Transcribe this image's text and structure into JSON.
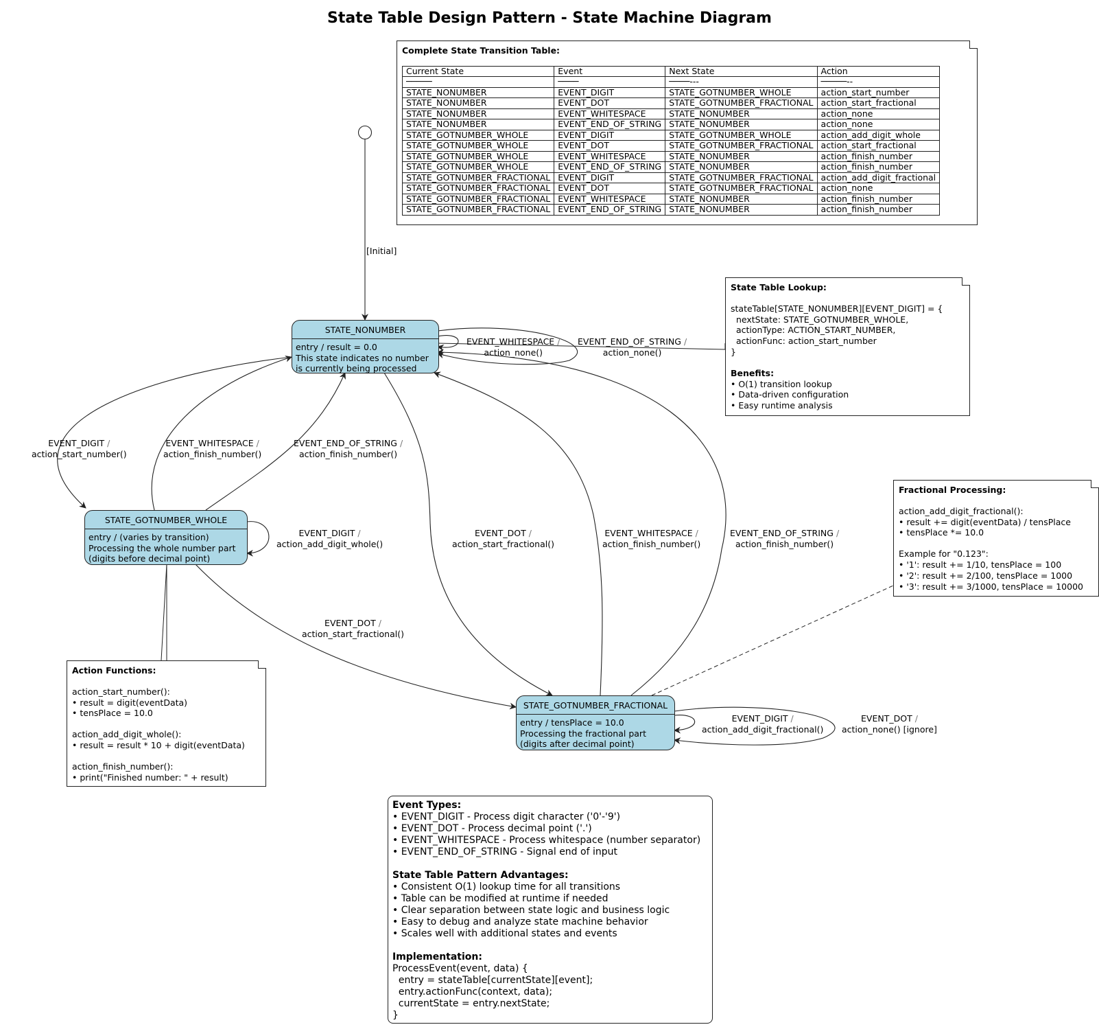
{
  "title": "State Table Design Pattern - State Machine Diagram",
  "initial_label": "[Initial]",
  "states": {
    "nonumber": {
      "name": "STATE_NONUMBER",
      "lines": [
        "entry / result = 0.0",
        "This state indicates no number",
        "is currently being processed"
      ]
    },
    "whole": {
      "name": "STATE_GOTNUMBER_WHOLE",
      "lines": [
        "entry / (varies by transition)",
        "Processing the whole number part",
        "(digits before decimal point)"
      ]
    },
    "fractional": {
      "name": "STATE_GOTNUMBER_FRACTIONAL",
      "lines": [
        "entry / tensPlace = 10.0",
        "Processing the fractional part",
        "(digits after decimal point)"
      ]
    }
  },
  "transitions": {
    "n_self_ws": {
      "event": "EVENT_WHITESPACE",
      "action": "action_none()"
    },
    "n_self_eos": {
      "event": "EVENT_END_OF_STRING",
      "action": "action_none()"
    },
    "n_to_w_digit": {
      "event": "EVENT_DIGIT",
      "action": "action_start_number()"
    },
    "w_to_n_ws": {
      "event": "EVENT_WHITESPACE",
      "action": "action_finish_number()"
    },
    "w_to_n_eos": {
      "event": "EVENT_END_OF_STRING",
      "action": "action_finish_number()"
    },
    "w_self_digit": {
      "event": "EVENT_DIGIT",
      "action": "action_add_digit_whole()"
    },
    "n_to_f_dot": {
      "event": "EVENT_DOT",
      "action": "action_start_fractional()"
    },
    "f_to_n_ws": {
      "event": "EVENT_WHITESPACE",
      "action": "action_finish_number()"
    },
    "f_to_n_eos": {
      "event": "EVENT_END_OF_STRING",
      "action": "action_finish_number()"
    },
    "w_to_f_dot": {
      "event": "EVENT_DOT",
      "action": "action_start_fractional()"
    },
    "f_self_digit": {
      "event": "EVENT_DIGIT",
      "action": "action_add_digit_fractional()"
    },
    "f_self_dot": {
      "event": "EVENT_DOT",
      "action": "action_none() [ignore]"
    }
  },
  "transition_table": {
    "heading": "Complete State Transition Table:",
    "columns": [
      "Current State",
      "Event",
      "Next State",
      "Action"
    ],
    "separator": [
      "─────",
      "────",
      "────---",
      "─────--"
    ],
    "rows": [
      [
        "STATE_NONUMBER",
        "EVENT_DIGIT",
        "STATE_GOTNUMBER_WHOLE",
        "action_start_number"
      ],
      [
        "STATE_NONUMBER",
        "EVENT_DOT",
        "STATE_GOTNUMBER_FRACTIONAL",
        "action_start_fractional"
      ],
      [
        "STATE_NONUMBER",
        "EVENT_WHITESPACE",
        "STATE_NONUMBER",
        "action_none"
      ],
      [
        "STATE_NONUMBER",
        "EVENT_END_OF_STRING",
        "STATE_NONUMBER",
        "action_none"
      ],
      [
        "STATE_GOTNUMBER_WHOLE",
        "EVENT_DIGIT",
        "STATE_GOTNUMBER_WHOLE",
        "action_add_digit_whole"
      ],
      [
        "STATE_GOTNUMBER_WHOLE",
        "EVENT_DOT",
        "STATE_GOTNUMBER_FRACTIONAL",
        "action_start_fractional"
      ],
      [
        "STATE_GOTNUMBER_WHOLE",
        "EVENT_WHITESPACE",
        "STATE_NONUMBER",
        "action_finish_number"
      ],
      [
        "STATE_GOTNUMBER_WHOLE",
        "EVENT_END_OF_STRING",
        "STATE_NONUMBER",
        "action_finish_number"
      ],
      [
        "STATE_GOTNUMBER_FRACTIONAL",
        "EVENT_DIGIT",
        "STATE_GOTNUMBER_FRACTIONAL",
        "action_add_digit_fractional"
      ],
      [
        "STATE_GOTNUMBER_FRACTIONAL",
        "EVENT_DOT",
        "STATE_GOTNUMBER_FRACTIONAL",
        "action_none"
      ],
      [
        "STATE_GOTNUMBER_FRACTIONAL",
        "EVENT_WHITESPACE",
        "STATE_NONUMBER",
        "action_finish_number"
      ],
      [
        "STATE_GOTNUMBER_FRACTIONAL",
        "EVENT_END_OF_STRING",
        "STATE_NONUMBER",
        "action_finish_number"
      ]
    ]
  },
  "notes": {
    "lookup": {
      "heading": "State Table Lookup:",
      "code": [
        "stateTable[STATE_NONUMBER][EVENT_DIGIT] = {",
        "  nextState: STATE_GOTNUMBER_WHOLE,",
        "  actionType: ACTION_START_NUMBER,",
        "  actionFunc: action_start_number",
        "}"
      ],
      "benefits_heading": "Benefits:",
      "benefits": [
        "• O(1) transition lookup",
        "• Data-driven configuration",
        "• Easy runtime analysis"
      ]
    },
    "fractional": {
      "heading": "Fractional Processing:",
      "lines": [
        "action_add_digit_fractional():",
        "• result += digit(eventData) / tensPlace",
        "• tensPlace *= 10.0"
      ],
      "example_heading": "Example for \"0.123\":",
      "example": [
        "• '1': result += 1/10, tensPlace = 100",
        "• '2': result += 2/100, tensPlace = 1000",
        "• '3': result += 3/1000, tensPlace = 10000"
      ]
    },
    "actions": {
      "heading": "Action Functions:",
      "groups": [
        [
          "action_start_number():",
          "• result = digit(eventData)",
          "• tensPlace = 10.0"
        ],
        [
          "action_add_digit_whole():",
          "• result = result * 10 + digit(eventData)"
        ],
        [
          "action_finish_number():",
          "• print(\"Finished number: \" + result)"
        ]
      ]
    }
  },
  "legend": {
    "event_types_heading": "Event Types:",
    "event_types": [
      "• EVENT_DIGIT - Process digit character ('0'-'9')",
      "• EVENT_DOT - Process decimal point ('.')",
      "• EVENT_WHITESPACE - Process whitespace (number separator)",
      "• EVENT_END_OF_STRING - Signal end of input"
    ],
    "advantages_heading": "State Table Pattern Advantages:",
    "advantages": [
      "• Consistent O(1) lookup time for all transitions",
      "• Table can be modified at runtime if needed",
      "• Clear separation between state logic and business logic",
      "• Easy to debug and analyze state machine behavior",
      "• Scales well with additional states and events"
    ],
    "implementation_heading": "Implementation:",
    "implementation": [
      "ProcessEvent(event, data) {",
      "  entry = stateTable[currentState][event];",
      "  entry.actionFunc(context, data);",
      "  currentState = entry.nextState;",
      "}"
    ]
  },
  "colors": {
    "state_fill": "#add8e6",
    "stroke": "#222222",
    "slash": "#777777"
  }
}
